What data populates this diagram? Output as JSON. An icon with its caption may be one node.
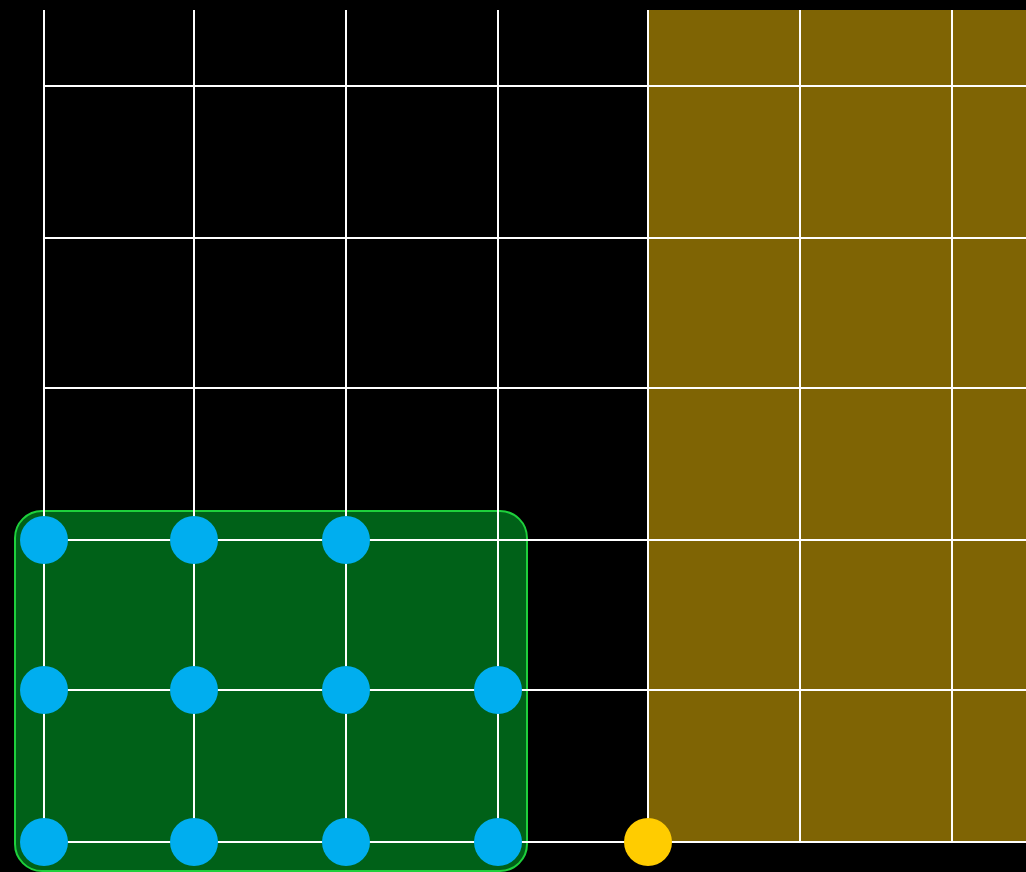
{
  "diagram": {
    "nodes": [
      {
        "text": [],
        "shape": "box"
      },
      {
        "text": [],
        "shape": "circle",
        "in": 0
      },
      {
        "text": [],
        "shape": "circle",
        "in": 0
      },
      {
        "text": [],
        "shape": "circle",
        "in": 0
      },
      {
        "text": [],
        "shape": "circle",
        "in": 0
      },
      {
        "text": [],
        "shape": "circle",
        "in": 0
      },
      {
        "text": [],
        "shape": "circle",
        "in": 0
      },
      {
        "text": [],
        "shape": "circle",
        "in": 0
      },
      {
        "text": [],
        "shape": "circle",
        "in": 0
      },
      {
        "text": [],
        "shape": "circle",
        "in": 0
      },
      {
        "text": [],
        "shape": "circle",
        "in": 0
      },
      {
        "text": [],
        "shape": "circle",
        "in": 0
      },
      {
        "text": [],
        "shape": "circle"
      }
    ]
  }
}
